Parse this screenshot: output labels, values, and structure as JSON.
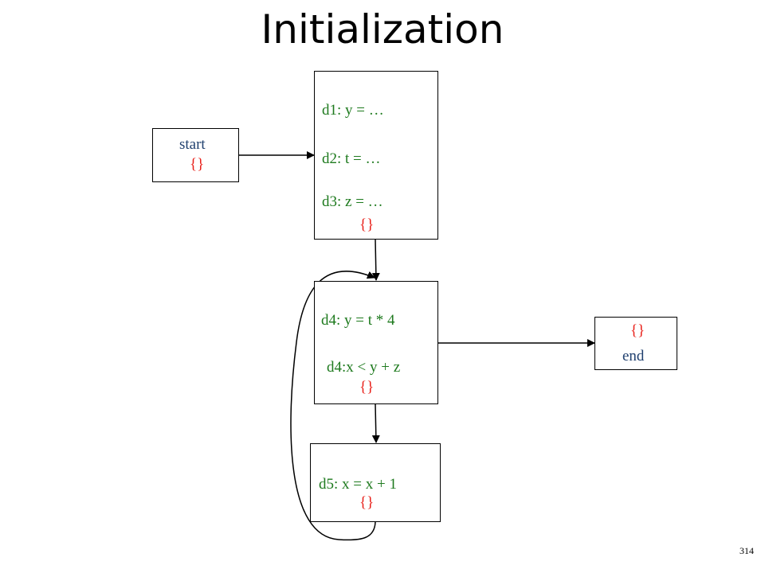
{
  "slide": {
    "title": "Initialization",
    "page_number": "314"
  },
  "nodes": {
    "start": {
      "label": "start",
      "set": "{}"
    },
    "block1": {
      "lines": [
        "d1: y = …",
        "d2: t = …",
        "d3: z = …"
      ],
      "set": "{}"
    },
    "block2": {
      "lines": [
        "d4: y = t * 4",
        "d4:x < y + z"
      ],
      "set": "{}"
    },
    "block3": {
      "lines": [
        "d5: x = x + 1"
      ],
      "set": "{}"
    },
    "end": {
      "label": "end",
      "set": "{}"
    }
  },
  "colors": {
    "definition": "#1e7a1e",
    "set": "#e8201a",
    "label": "#1f3f6e",
    "edge": "#000000"
  }
}
